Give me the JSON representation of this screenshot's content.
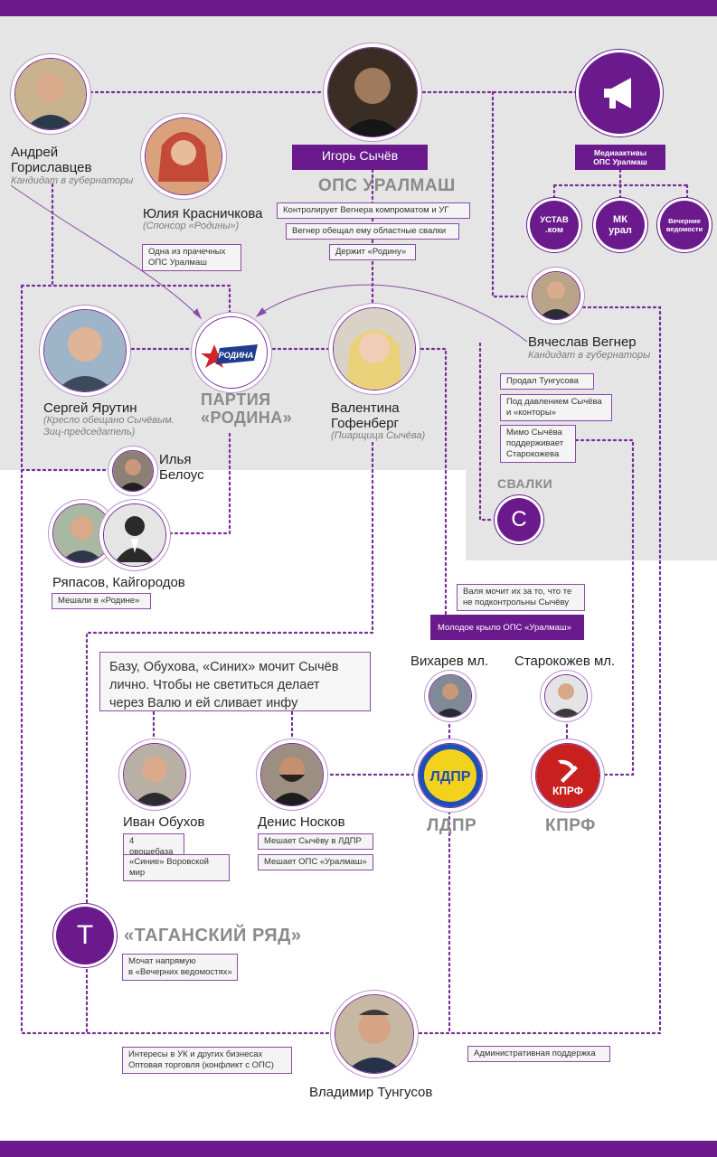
{
  "colors": {
    "accent": "#6a1a8c",
    "background_top": "#e5e5e5",
    "text": "#222222",
    "muted": "#7d7d7d"
  },
  "people": {
    "gorislavtsev": {
      "name": "Андрей\nГориславцев",
      "role": "Кандидат в губернаторы"
    },
    "sychev": {
      "name": "Игорь Сычёв",
      "org": "ОПС УРАЛМАШ"
    },
    "krasnichkova": {
      "name": "Юлия Красничкова",
      "role": "(Спонсор «Родины»)"
    },
    "yarutin": {
      "name": "Сергей Ярутин",
      "role": "(Кресло обещано Сычёвым.\nЗиц-председатель)"
    },
    "gofenberg": {
      "name": "Валентина\nГофенберг",
      "role": "(Пиарщица Сычёва)"
    },
    "vegner": {
      "name": "Вячеслав Вегнер",
      "role": "Кандидат в губернаторы"
    },
    "belous": {
      "name": "Илья\nБелоус"
    },
    "ryapasov": {
      "name": "Ряпасов, Кайгородов"
    },
    "vikharev": {
      "name": "Вихарев мл."
    },
    "starokozhev": {
      "name": "Старокожев мл."
    },
    "obukhov": {
      "name": "Иван Обухов"
    },
    "noskov": {
      "name": "Денис Носков"
    },
    "tungusov": {
      "name": "Владимир Тунгусов"
    }
  },
  "orgs": {
    "rodina": {
      "title": "ПАРТИЯ\n«РОДИНА»",
      "logo": "РОДИНА"
    },
    "ldpr": {
      "title": "ЛДПР",
      "logo": "ЛДПР"
    },
    "kprf": {
      "title": "КПРФ",
      "logo": "КПРФ"
    },
    "svalki": {
      "title": "СВАЛКИ",
      "letter": "С"
    },
    "taganskiy": {
      "title": "«ТАГАНСКИЙ РЯД»",
      "letter": "Т"
    },
    "media": {
      "title": "Медиаактивы\nОПС Уралмаш",
      "icon": "megaphone-icon"
    },
    "ustav": {
      "label": "УСТАВ\n.ком"
    },
    "mkural": {
      "label": "МК\nурал"
    },
    "vechernie": {
      "label": "Вечерние\nведомости"
    }
  },
  "notes": {
    "sychev_1": "Контролирует Вегнера компроматом и УГ",
    "sychev_2": "Вегнер обещал ему областные свалки",
    "sychev_3": "Держит «Родину»",
    "krasnichkova_1": "Одна из прачечных\nОПС Уралмаш",
    "vegner_1": "Продал Тунгусова",
    "vegner_2": "Под давлением Сычёва\nи «конторы»",
    "vegner_3": "Мимо Сычёва\nподдерживает\nСтарокожева",
    "ryapasov_1": "Мешали в «Родине»",
    "valya": "Валя мочит их за то, что те\nне подконтрольны Сычёву",
    "young_wing": "Молодое крыло ОПС «Уралмаш»",
    "big_note": "Базу, Обухова, «Синих» мочит Сычёв\nлично. Чтобы не светиться делает\nчерез Валю и ей сливает инфу",
    "obukhov_1": "4 овощебаза",
    "obukhov_2": "«Синие» Воровской мир",
    "noskov_1": "Мешает Сычёву в ЛДПР",
    "noskov_2": "Мешает ОПС «Уралмаш»",
    "taganskiy_1": "Мочат напрямую\nв «Вечерних ведомостях»",
    "tungusov_1": "Интересы в УК и других бизнесах\nОптовая торговля (конфликт с ОПС)",
    "tungusov_2": "Административная поддержка"
  }
}
